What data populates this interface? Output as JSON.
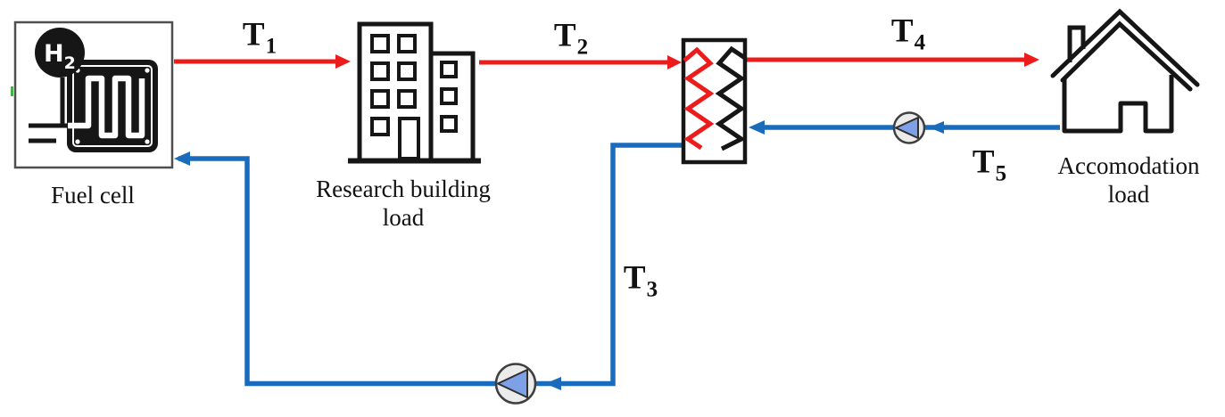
{
  "colors": {
    "background": "#ffffff",
    "text": "#111111",
    "icon_stroke": "#161616",
    "hot_flow": "#ed1c1c",
    "cold_flow": "#1b6bbc",
    "pump_fill": "#7da0e6",
    "pump_ring_fill": "#ebebeb",
    "pump_ring_stroke": "#3f3f3f",
    "pump_tri_stroke": "#2f2f2f",
    "green_tick": "#44b04a"
  },
  "components": {
    "fuel_cell": {
      "label": "Fuel cell",
      "badge_base": "H",
      "badge_sub": "2",
      "icon": "hydrogen-fuel-cell-icon"
    },
    "research_building": {
      "label_line1": "Research building",
      "label_line2": "load",
      "icon": "office-building-icon"
    },
    "heat_exchanger": {
      "icon": "heat-exchanger-icon"
    },
    "accommodation": {
      "label_line1": "Accomodation",
      "label_line2": "load",
      "icon": "house-icon"
    }
  },
  "sensors": {
    "t1": {
      "base": "T",
      "sub": "1"
    },
    "t2": {
      "base": "T",
      "sub": "2"
    },
    "t3": {
      "base": "T",
      "sub": "3"
    },
    "t4": {
      "base": "T",
      "sub": "4"
    },
    "t5": {
      "base": "T",
      "sub": "5"
    }
  },
  "flows": {
    "hot_supply": {
      "color_name": "red",
      "segments": [
        {
          "from": "fuel-cell",
          "to": "research-building-load",
          "sensor": "T1"
        },
        {
          "from": "research-building-load",
          "to": "heat-exchanger",
          "sensor": "T2"
        },
        {
          "from": "heat-exchanger",
          "to": "accomodation-load",
          "sensor": "T4"
        }
      ]
    },
    "cold_return": {
      "color_name": "blue",
      "segments": [
        {
          "from": "accomodation-load",
          "to": "heat-exchanger",
          "sensor": "T5",
          "pump": true
        },
        {
          "from": "heat-exchanger",
          "to": "fuel-cell",
          "sensor": "T3",
          "pump": true
        }
      ]
    }
  }
}
